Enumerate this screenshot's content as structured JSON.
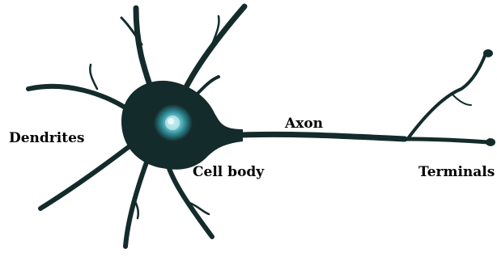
{
  "labels": {
    "dendrites": "Dendrites",
    "axon": "Axon",
    "cell_body": "Cell body",
    "terminals": "Terminals"
  },
  "colors": {
    "cell": "#142b2b",
    "nucleus": "#3aa3ad",
    "nucleolus": "#bfe9ee",
    "background": "#ffffff"
  }
}
